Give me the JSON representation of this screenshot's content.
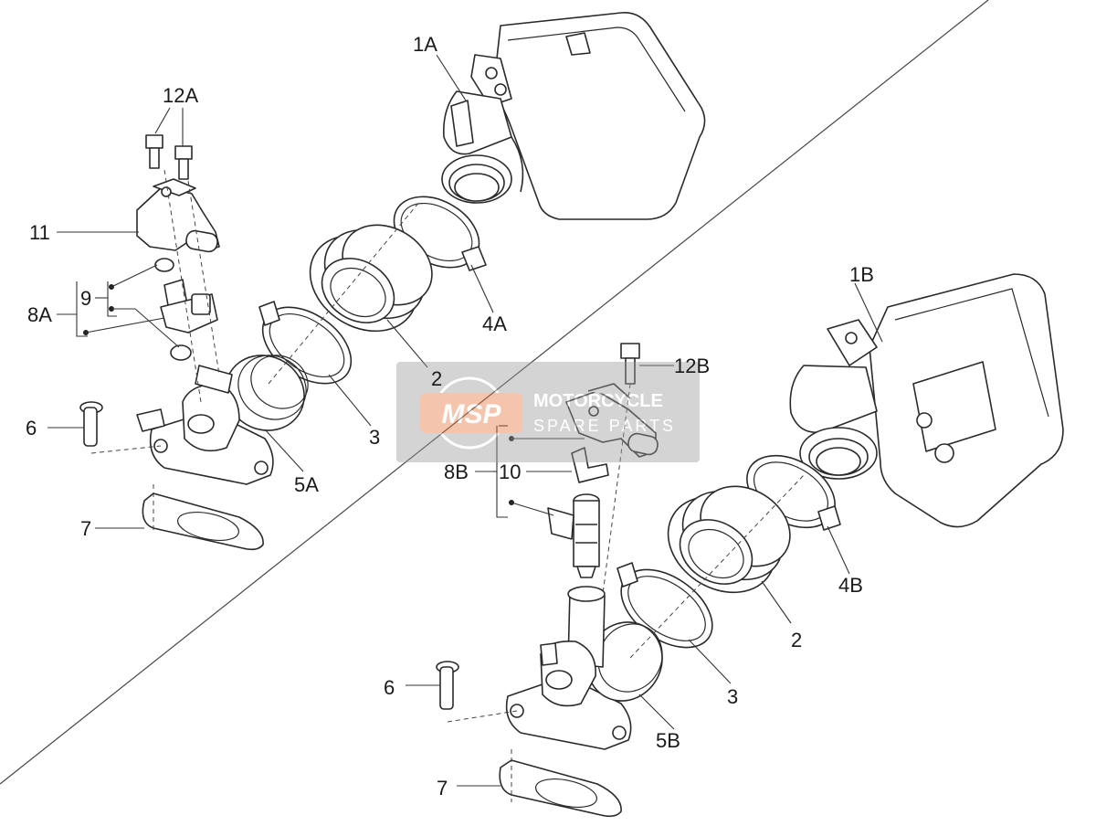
{
  "labels": {
    "l_1A": "1A",
    "l_1B": "1B",
    "l_2a": "2",
    "l_2b": "2",
    "l_3a": "3",
    "l_3b": "3",
    "l_4A": "4A",
    "l_4B": "4B",
    "l_5A": "5A",
    "l_5B": "5B",
    "l_6a": "6",
    "l_6b": "6",
    "l_7a": "7",
    "l_7b": "7",
    "l_8A": "8A",
    "l_8B": "8B",
    "l_9": "9",
    "l_10": "10",
    "l_11": "11",
    "l_12A": "12A",
    "l_12B": "12B"
  },
  "watermark": {
    "logo": "MSP",
    "line1": "MOTORCYCLE",
    "line2": "SPARE PARTS"
  },
  "colors": {
    "line": "#2a2a2a",
    "watermark_box": "#9a9a9a",
    "watermark_logo": "#e8743b"
  }
}
